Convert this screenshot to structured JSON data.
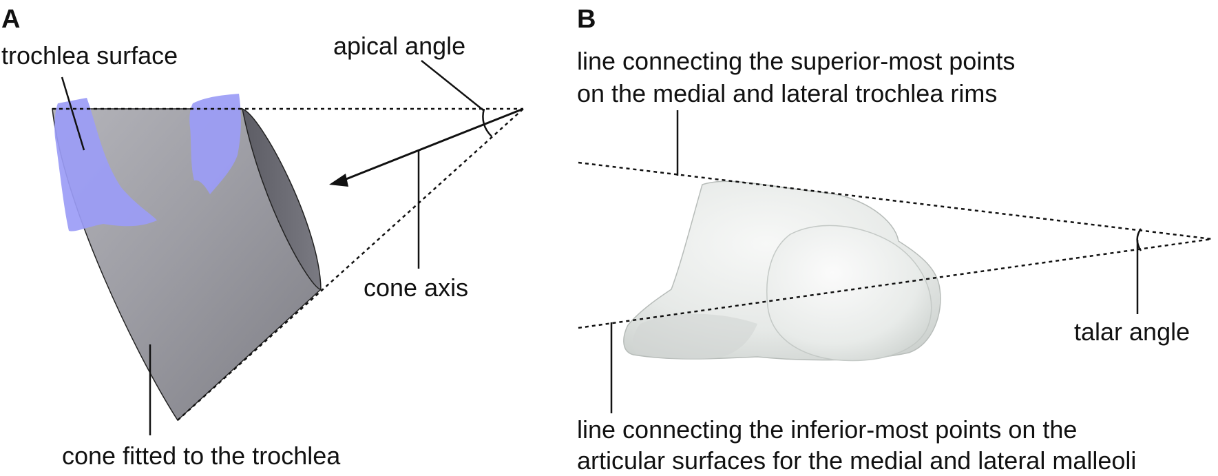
{
  "panel_a": {
    "letter": "A",
    "labels": {
      "trochlea_surface": "trochlea surface",
      "apical_angle": "apical angle",
      "cone_axis": "cone axis",
      "cone_fitted": "cone fitted to the trochlea"
    }
  },
  "panel_b": {
    "letter": "B",
    "labels": {
      "superior_line_1": "line connecting the superior-most points",
      "superior_line_2": "on the medial and lateral trochlea rims",
      "talar_angle": "talar angle",
      "inferior_line_1": "line connecting the inferior-most points on the",
      "inferior_line_2": "articular surfaces for the medial and lateral malleoli"
    }
  },
  "colors": {
    "cone_fill": "#9a9aa2",
    "trochlea_surface": "#9b9cf6",
    "bone": "#e9ecea",
    "line": "#111111"
  }
}
